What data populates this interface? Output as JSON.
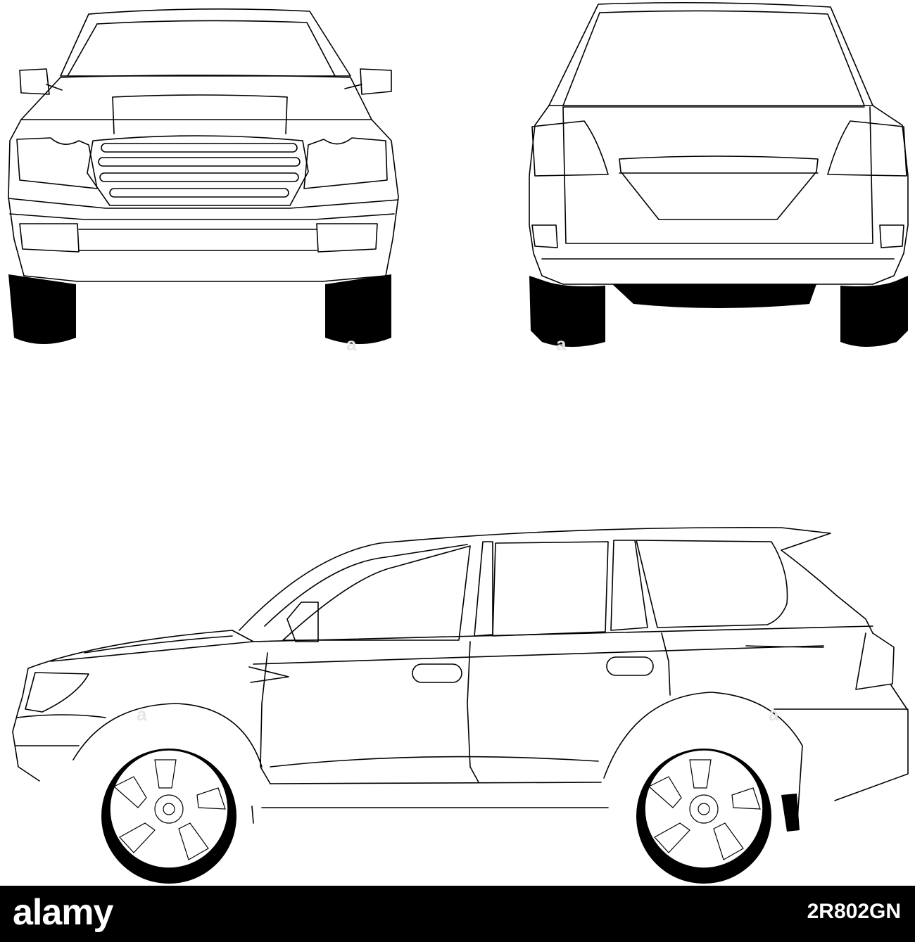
{
  "image": {
    "subject": "SUV line drawings: front view, rear view, side view",
    "stock_watermark": "a"
  },
  "footer": {
    "brand": "alamy",
    "image_code": "2R802GN"
  },
  "colors": {
    "background": "#ffffff",
    "line": "#000000",
    "footer_background": "#000000",
    "footer_text": "#ffffff"
  }
}
